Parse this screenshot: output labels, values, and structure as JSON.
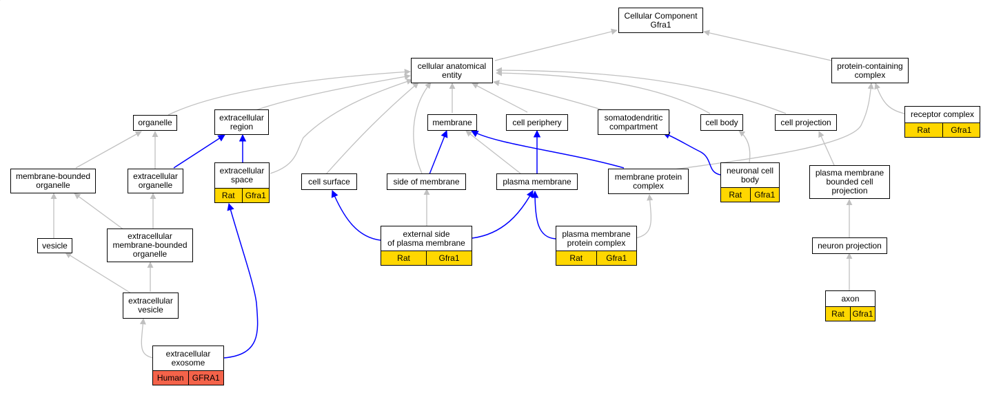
{
  "colors": {
    "is_a_edge": "#c0c0c0",
    "part_of_edge": "#0000ff",
    "rat_annotation": "#ffd700",
    "human_annotation": "#f4634a"
  },
  "nodes": {
    "cc": {
      "label": "Cellular Component\nGfra1"
    },
    "cae": {
      "label": "cellular anatomical\nentity"
    },
    "pcc": {
      "label": "protein-containing\ncomplex"
    },
    "org": {
      "label": "organelle"
    },
    "exr": {
      "label": "extracellular\nregion"
    },
    "mem": {
      "label": "membrane"
    },
    "cper": {
      "label": "cell periphery"
    },
    "sdc": {
      "label": "somatodendritic\ncompartment"
    },
    "cbod": {
      "label": "cell body"
    },
    "cproj": {
      "label": "cell projection"
    },
    "rcx": {
      "label": "receptor complex",
      "species": "Rat",
      "gene": "Gfra1"
    },
    "mbo": {
      "label": "membrane-bounded\norganelle"
    },
    "exo": {
      "label": "extracellular\norganelle"
    },
    "exs": {
      "label": "extracellular\nspace",
      "species": "Rat",
      "gene": "Gfra1"
    },
    "csur": {
      "label": "cell surface"
    },
    "som": {
      "label": "side of membrane"
    },
    "pm": {
      "label": "plasma membrane"
    },
    "mpc": {
      "label": "membrane protein\ncomplex"
    },
    "ncb": {
      "label": "neuronal cell\nbody",
      "species": "Rat",
      "gene": "Gfra1"
    },
    "pmbcp": {
      "label": "plasma membrane\nbounded cell\nprojection"
    },
    "ves": {
      "label": "vesicle"
    },
    "embo": {
      "label": "extracellular\nmembrane-bounded\norganelle"
    },
    "espm": {
      "label": "external side\nof plasma membrane",
      "species": "Rat",
      "gene": "Gfra1"
    },
    "pmpc": {
      "label": "plasma membrane\nprotein complex",
      "species": "Rat",
      "gene": "Gfra1"
    },
    "np": {
      "label": "neuron projection"
    },
    "exv": {
      "label": "extracellular\nvesicle"
    },
    "axon": {
      "label": "axon",
      "species": "Rat",
      "gene": "Gfra1"
    },
    "exex": {
      "label": "extracellular\nexosome",
      "species": "Human",
      "gene": "GFRA1"
    }
  }
}
